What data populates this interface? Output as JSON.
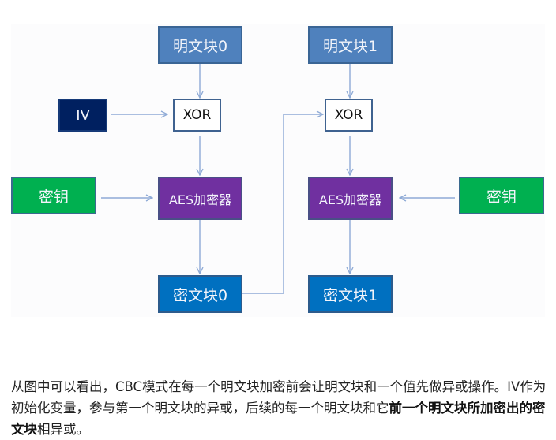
{
  "diagram": {
    "plaintext0": "明文块0",
    "plaintext1": "明文块1",
    "iv": "IV",
    "xor0": "XOR",
    "xor1": "XOR",
    "key_left": "密钥",
    "key_right": "密钥",
    "aes0": "AES加密器",
    "aes1": "AES加密器",
    "ciphertext0": "密文块0",
    "ciphertext1": "密文块1",
    "colors": {
      "plaintext": "#4f81bd",
      "iv": "#002060",
      "xor": "#ffffff",
      "key": "#00b050",
      "aes": "#7030a0",
      "ciphertext": "#0070c0",
      "arrow": "#8eaad6"
    }
  },
  "caption": {
    "part1": "从图中可以看出，CBC模式在每一个明文块加密前会让明文块和一个值先做异或操作。IV作为初始化变量，参与第一个明文块的异或，后续的每一个明文块和它",
    "bold": "前一个明文块所加密出的密文块",
    "part2": "相异或。"
  }
}
